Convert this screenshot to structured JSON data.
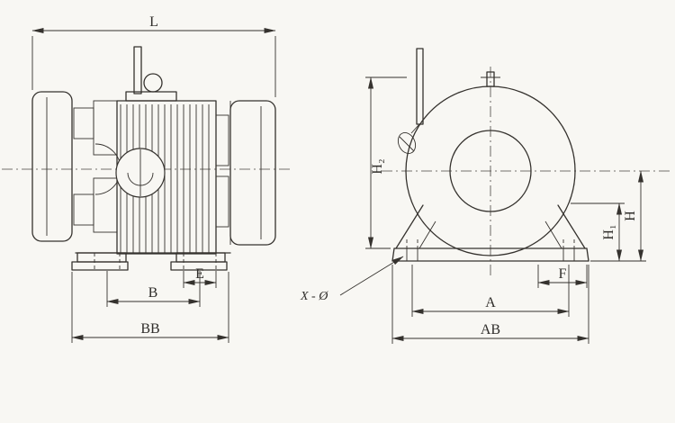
{
  "colors": {
    "line": "#35322e",
    "paper": "#f8f7f3"
  },
  "dims": {
    "L": "L",
    "B": "B",
    "BB": "BB",
    "E": "E",
    "H2": "H₂",
    "H1": "H₁",
    "H": "H",
    "F": "F",
    "A": "A",
    "AB": "AB",
    "X_phi": "X - Ø"
  }
}
